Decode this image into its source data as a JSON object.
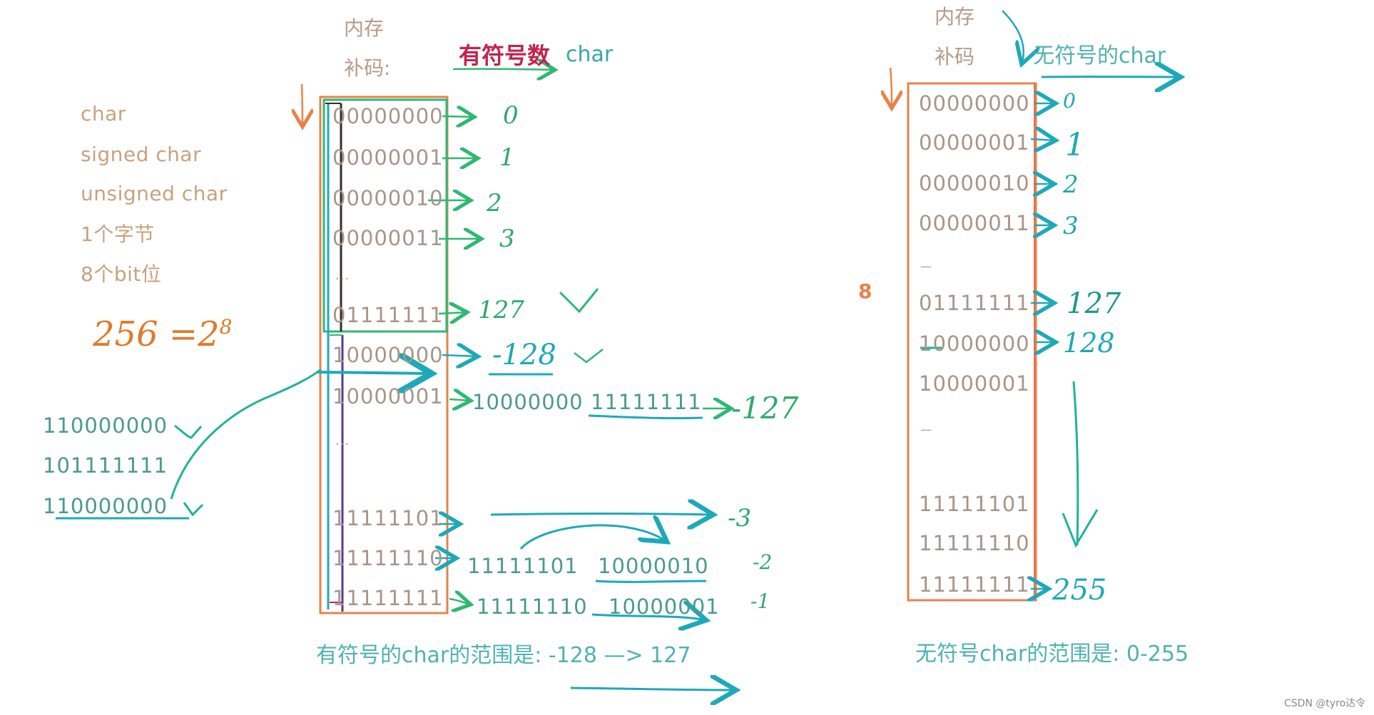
{
  "left_labels": {
    "char": "char",
    "signed_char": "signed char",
    "unsigned_char": "unsigned char",
    "one_byte": "1个字节",
    "eight_bits": "8个bit位",
    "formula_base": "256 =2",
    "formula_exp": "8"
  },
  "signed_diagram": {
    "header_memory": "内存",
    "header_complement": "补码:",
    "title": "有符号数",
    "title_type": "char",
    "rows": [
      {
        "bits": "00000000",
        "value": "0"
      },
      {
        "bits": "00000001",
        "value": "1"
      },
      {
        "bits": "00000010",
        "value": "2"
      },
      {
        "bits": "00000011",
        "value": "3"
      },
      {
        "bits": "...",
        "value": ""
      },
      {
        "bits": "01111111",
        "value": "127"
      },
      {
        "bits": "10000000",
        "value": "-128"
      },
      {
        "bits": "10000001",
        "value": "-127"
      },
      {
        "bits": "...",
        "value": ""
      },
      {
        "bits": "11111101",
        "value": "-3"
      },
      {
        "bits": "11111110",
        "value": "-2"
      },
      {
        "bits": "11111111",
        "value": "-1"
      }
    ],
    "check_mark": "✓",
    "work_127_a": "10000000",
    "work_127_b": "11111111",
    "work_2_a": "11111101",
    "work_2_b": "10000010",
    "work_1_a": "11111110",
    "work_1_b": "10000001",
    "range_text": "有符号的char的范围是:  -128 —> 127"
  },
  "overflow_work": {
    "line1": "110000000",
    "line2": "101111111",
    "line3": "110000000"
  },
  "unsigned_diagram": {
    "header_memory": "内存",
    "header_complement": "补码",
    "title": "无符号的char",
    "side_mark": "8",
    "rows": [
      {
        "bits": "00000000",
        "value": "0"
      },
      {
        "bits": "00000001",
        "value": "1"
      },
      {
        "bits": "00000010",
        "value": "2"
      },
      {
        "bits": "00000011",
        "value": "3"
      },
      {
        "bits": "—",
        "value": ""
      },
      {
        "bits": "01111111",
        "value": "127"
      },
      {
        "bits": "10000000",
        "value": "128"
      },
      {
        "bits": "10000001",
        "value": ""
      },
      {
        "bits": "—",
        "value": ""
      },
      {
        "bits": "11111101",
        "value": ""
      },
      {
        "bits": "11111110",
        "value": ""
      },
      {
        "bits": "11111111",
        "value": "255"
      }
    ],
    "range_text": "无符号char的范围是:  0-255"
  },
  "watermark": "CSDN @tyro达令",
  "colors": {
    "orange": "#e8824a",
    "green": "#2eb872",
    "teal": "#1ea9b9",
    "purple": "#5a3a8a",
    "crimson": "#c0244f"
  }
}
